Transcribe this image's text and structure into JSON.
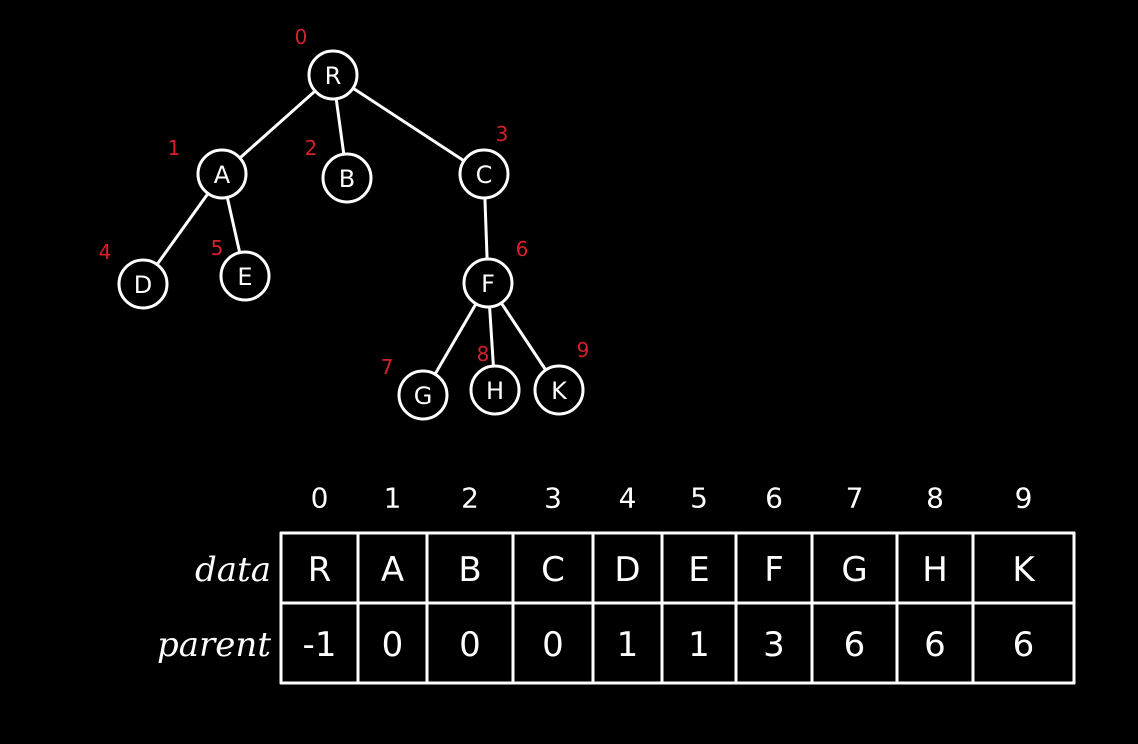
{
  "tree": {
    "nodes": [
      {
        "id": "R",
        "label": "R",
        "index": "0"
      },
      {
        "id": "A",
        "label": "A",
        "index": "1"
      },
      {
        "id": "B",
        "label": "B",
        "index": "2"
      },
      {
        "id": "C",
        "label": "C",
        "index": "3"
      },
      {
        "id": "D",
        "label": "D",
        "index": "4"
      },
      {
        "id": "E",
        "label": "E",
        "index": "5"
      },
      {
        "id": "F",
        "label": "F",
        "index": "6"
      },
      {
        "id": "G",
        "label": "G",
        "index": "7"
      },
      {
        "id": "H",
        "label": "H",
        "index": "8"
      },
      {
        "id": "K",
        "label": "K",
        "index": "9"
      }
    ],
    "edges": [
      {
        "from": "R",
        "to": "A"
      },
      {
        "from": "R",
        "to": "B"
      },
      {
        "from": "R",
        "to": "C"
      },
      {
        "from": "A",
        "to": "D"
      },
      {
        "from": "A",
        "to": "E"
      },
      {
        "from": "C",
        "to": "F"
      },
      {
        "from": "F",
        "to": "G"
      },
      {
        "from": "F",
        "to": "H"
      },
      {
        "from": "F",
        "to": "K"
      }
    ],
    "colors": {
      "stroke": "#ffffff",
      "index": "#d6202a",
      "background": "#000000"
    }
  },
  "table": {
    "column_indices": [
      "0",
      "1",
      "2",
      "3",
      "4",
      "5",
      "6",
      "7",
      "8",
      "9"
    ],
    "rows": [
      {
        "label": "data",
        "cells": [
          "R",
          "A",
          "B",
          "C",
          "D",
          "E",
          "F",
          "G",
          "H",
          "K"
        ]
      },
      {
        "label": "parent",
        "cells": [
          "-1",
          "0",
          "0",
          "0",
          "1",
          "1",
          "3",
          "6",
          "6",
          "6"
        ]
      }
    ]
  }
}
